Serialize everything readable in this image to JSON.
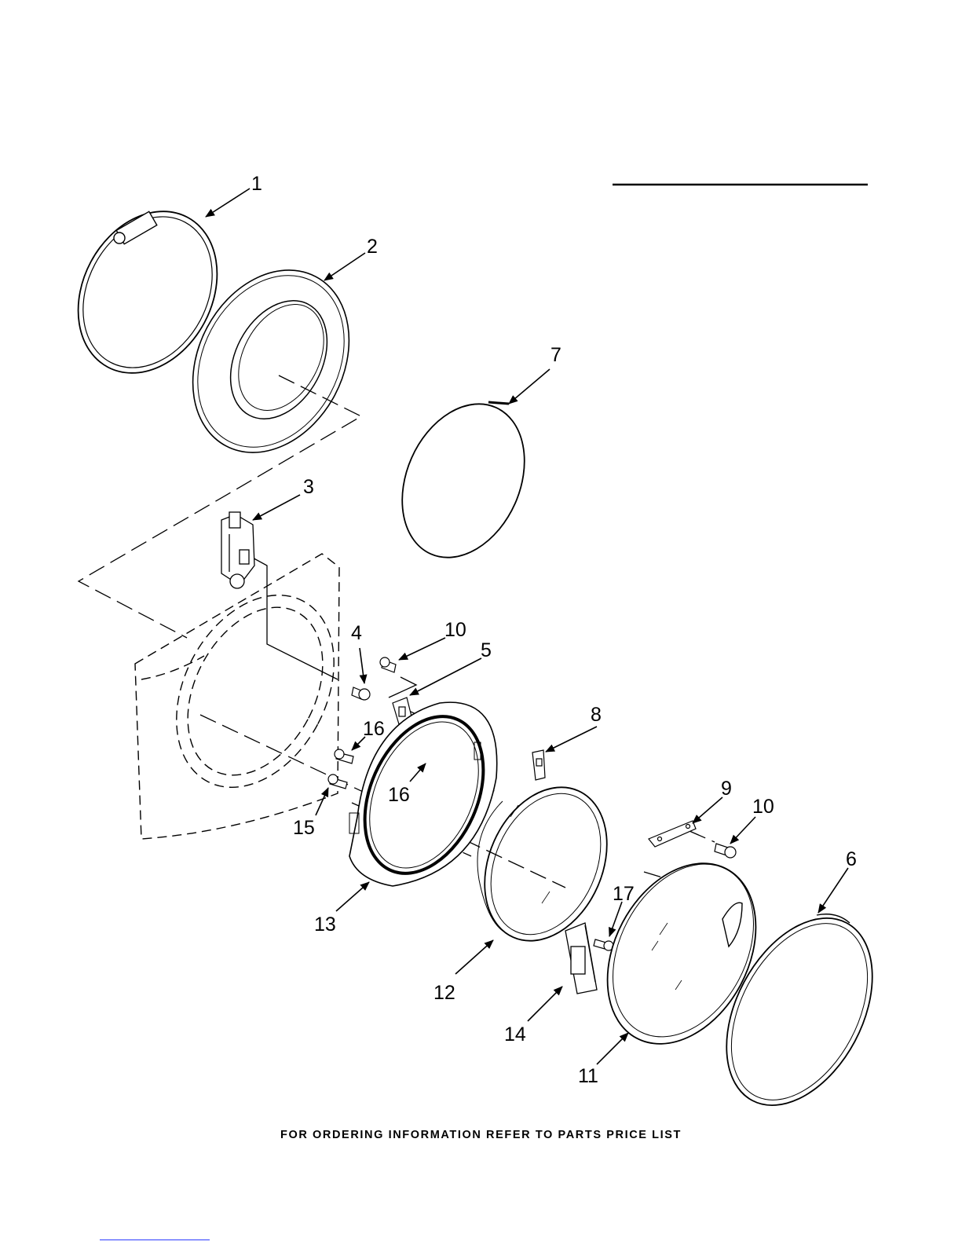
{
  "diagram": {
    "callouts": {
      "p1": "1",
      "p2": "2",
      "p3": "3",
      "p4": "4",
      "p5": "5",
      "p6": "6",
      "p7": "7",
      "p8": "8",
      "p9": "9",
      "p10a": "10",
      "p10b": "10",
      "p11": "11",
      "p12": "12",
      "p13": "13",
      "p14": "14",
      "p15": "15",
      "p16a": "16",
      "p16b": "16",
      "p17": "17"
    }
  },
  "footer": {
    "text": "FOR ORDERING INFORMATION REFER TO PARTS PRICE LIST"
  }
}
